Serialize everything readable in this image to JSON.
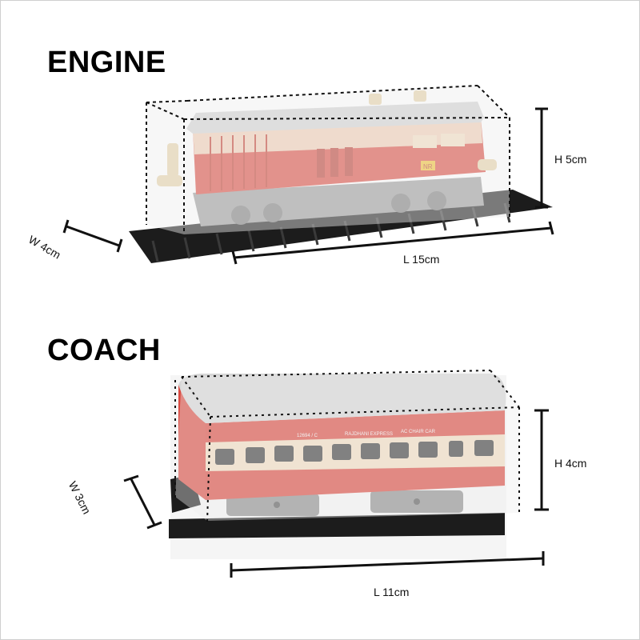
{
  "engine": {
    "title": "ENGINE",
    "height_label": "H 5cm",
    "length_label": "L 15cm",
    "width_label": "W 4cm",
    "plate_text": "NR"
  },
  "coach": {
    "title": "COACH",
    "height_label": "H 4cm",
    "length_label": "L 11cm",
    "width_label": "W 3cm",
    "side_text_1": "12694 / C",
    "side_text_2": "RAJDHANI EXPRESS",
    "side_text_3": "AC CHAIR CAR"
  },
  "colors": {
    "body_red": "#d9473c",
    "cream": "#f2dcc0",
    "roof_grey": "#d2d2d2",
    "track_black": "#1c1c1c",
    "bogie_grey": "#8d8d8d"
  }
}
